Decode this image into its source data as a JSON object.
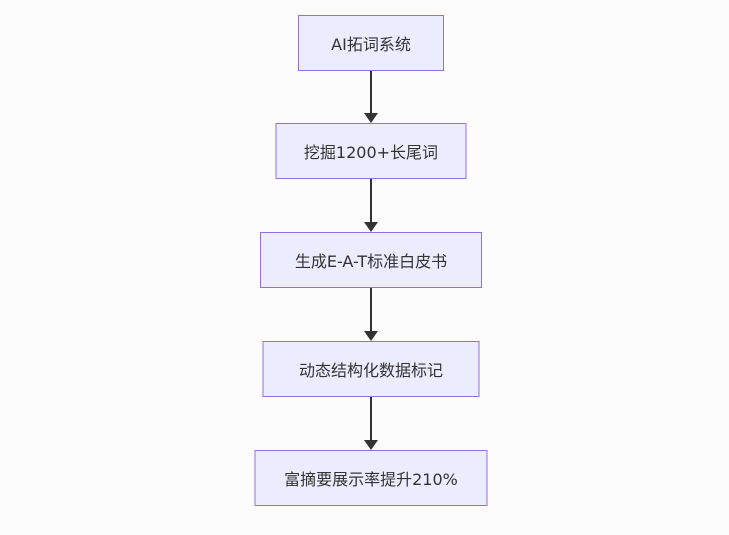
{
  "diagram": {
    "type": "flowchart",
    "direction": "top-down",
    "nodes": [
      {
        "id": "node-0",
        "label": "AI拓词系统"
      },
      {
        "id": "node-1",
        "label": "挖掘1200+长尾词"
      },
      {
        "id": "node-2",
        "label": "生成E-A-T标准白皮书"
      },
      {
        "id": "node-3",
        "label": "动态结构化数据标记"
      },
      {
        "id": "node-4",
        "label": "富摘要展示率提升210%"
      }
    ],
    "edges": [
      {
        "from": "AI拓词系统",
        "to": "挖掘1200+长尾词"
      },
      {
        "from": "挖掘1200+长尾词",
        "to": "生成E-A-T标准白皮书"
      },
      {
        "from": "生成E-A-T标准白皮书",
        "to": "动态结构化数据标记"
      },
      {
        "from": "动态结构化数据标记",
        "to": "富摘要展示率提升210%"
      }
    ],
    "colors": {
      "node_fill": "#ececff",
      "node_border": "#9370db",
      "node_text": "#333333",
      "arrow": "#333333",
      "background": "#fcfcfc"
    }
  }
}
